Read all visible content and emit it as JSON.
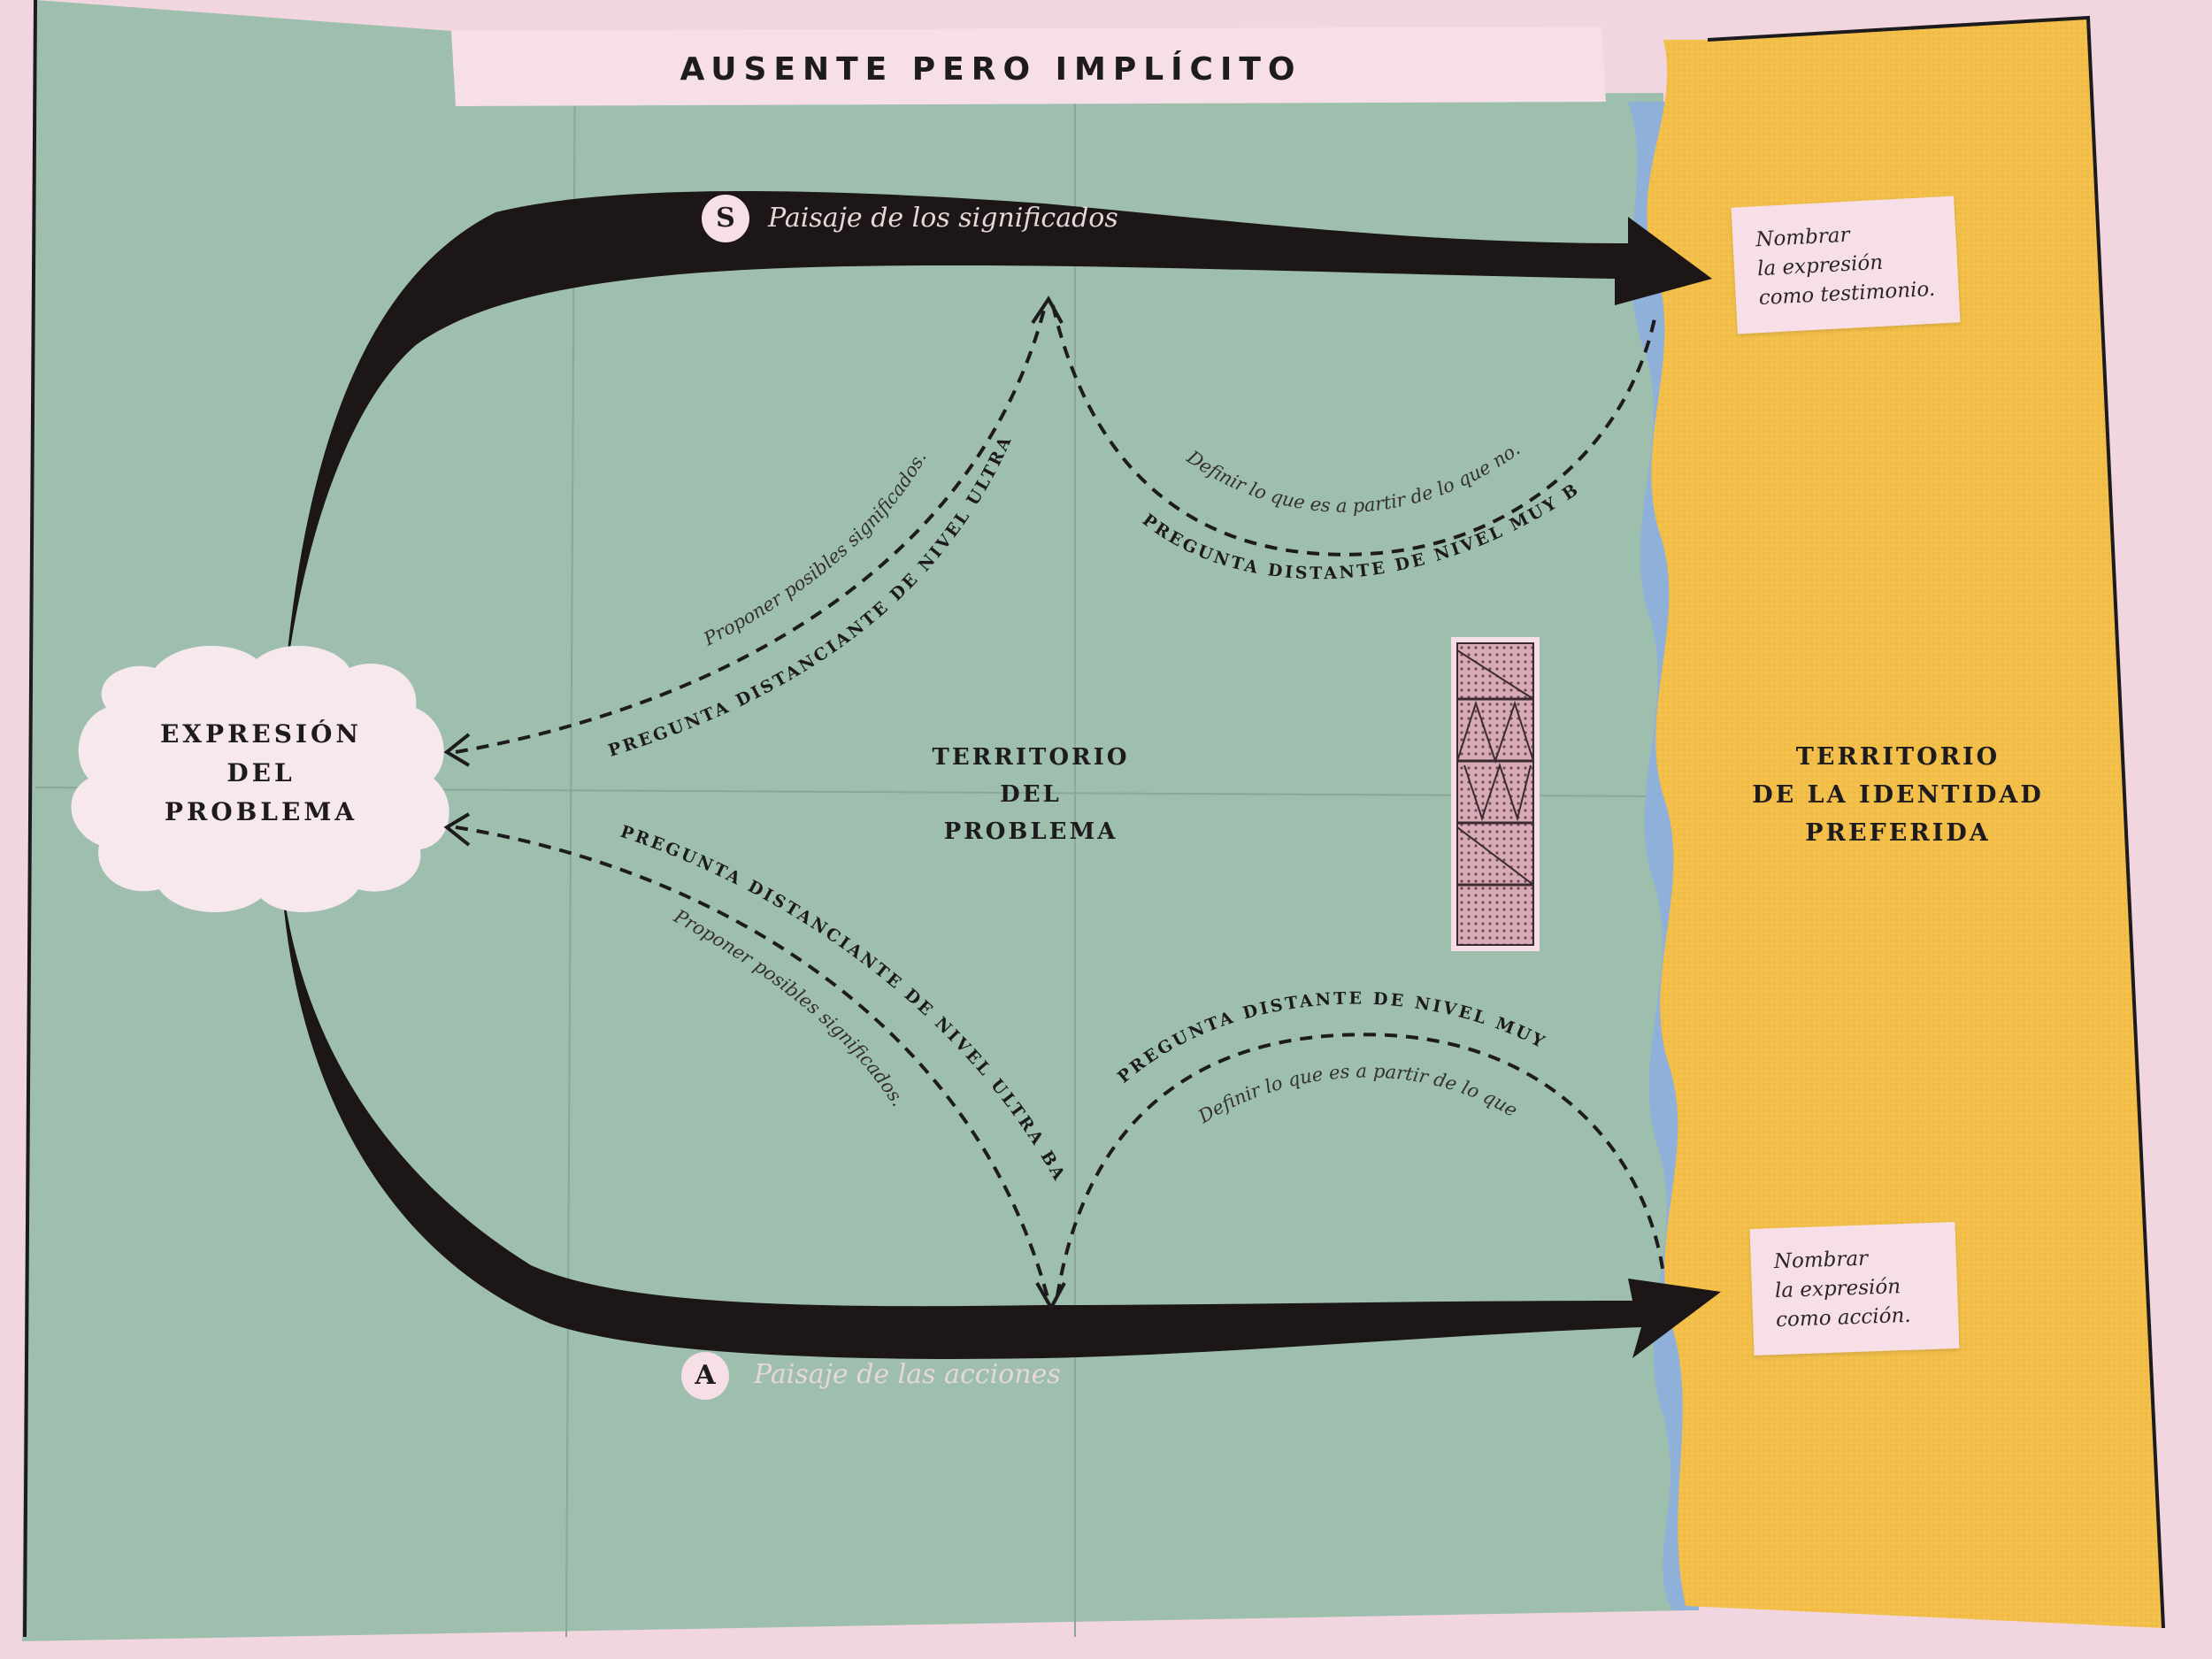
{
  "title": "AUSENTE PERO IMPLÍCITO",
  "problem_expression": "EXPRESIÓN\nDEL\nPROBLEMA",
  "problem_territory": "TERRITORIO\nDEL\nPROBLEMA",
  "preferred_territory": "TERRITORIO\nDE LA IDENTIDAD\nPREFERIDA",
  "meanings_landscape": {
    "badge": "S",
    "label": "Paisaje de los significados"
  },
  "actions_landscape": {
    "badge": "A",
    "label": "Paisaje de las acciones"
  },
  "note_top": "Nombrar\nla expresión\ncomo testimonio.",
  "note_bottom": "Nombrar\nla expresión\ncomo acción.",
  "question_ultra_low": "PREGUNTA DISTANCIANTE DE NIVEL ULTRA BAJO",
  "question_very_low": "PREGUNTA DISTANTE DE NIVEL MUY BAJO",
  "propose_meanings": "Proponer posibles significados.",
  "define_by_contrast": "Definir lo que es a partir de lo que no.",
  "colors": {
    "green_panel": "#9fbfae",
    "yellow_panel": "#f2c04b",
    "blue_river": "#8fb0d8",
    "pink_paper": "#f2d6df",
    "arrow": "#1c1617"
  }
}
